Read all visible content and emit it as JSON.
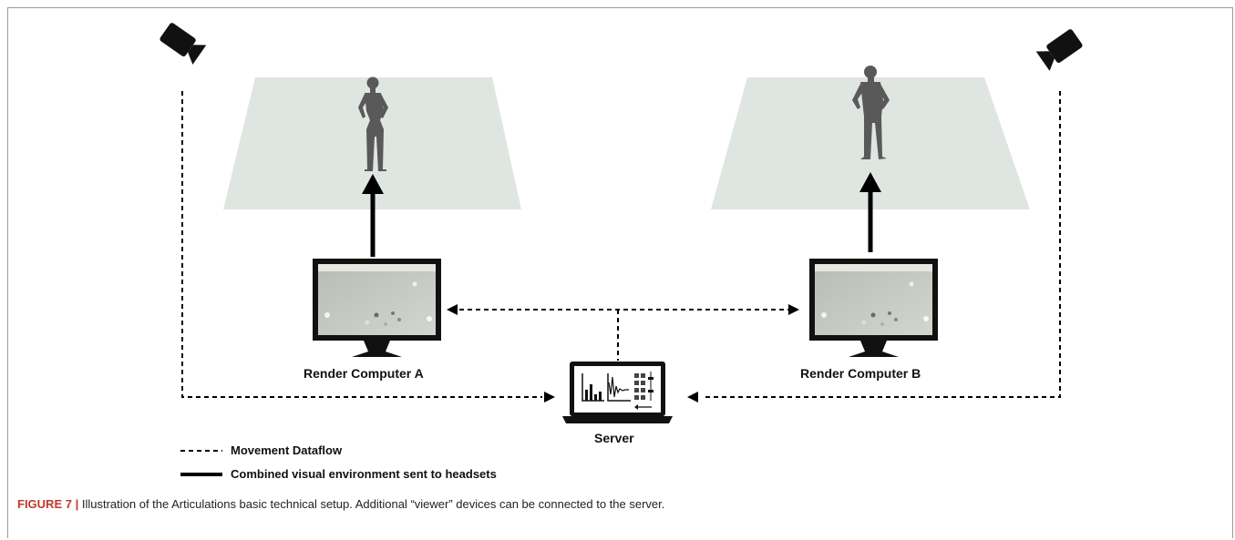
{
  "labels": {
    "render_a": "Render Computer A",
    "render_b": "Render Computer B",
    "server": "Server"
  },
  "legend": {
    "dashed": "Movement Dataflow",
    "solid": "Combined visual environment sent to headsets"
  },
  "caption": {
    "figure": "FIGURE 7",
    "separator": "|",
    "text": "Illustration of the Articulations basic technical setup. Additional “viewer” devices can be connected to the server."
  },
  "colors": {
    "floor": "#dfe5e0",
    "person": "#595959",
    "device": "#111111",
    "screen": "#c9cbc6",
    "figure_label": "#c0392b"
  },
  "icons": [
    "camera-icon",
    "person-female-icon",
    "person-male-icon",
    "monitor-icon",
    "laptop-icon"
  ]
}
